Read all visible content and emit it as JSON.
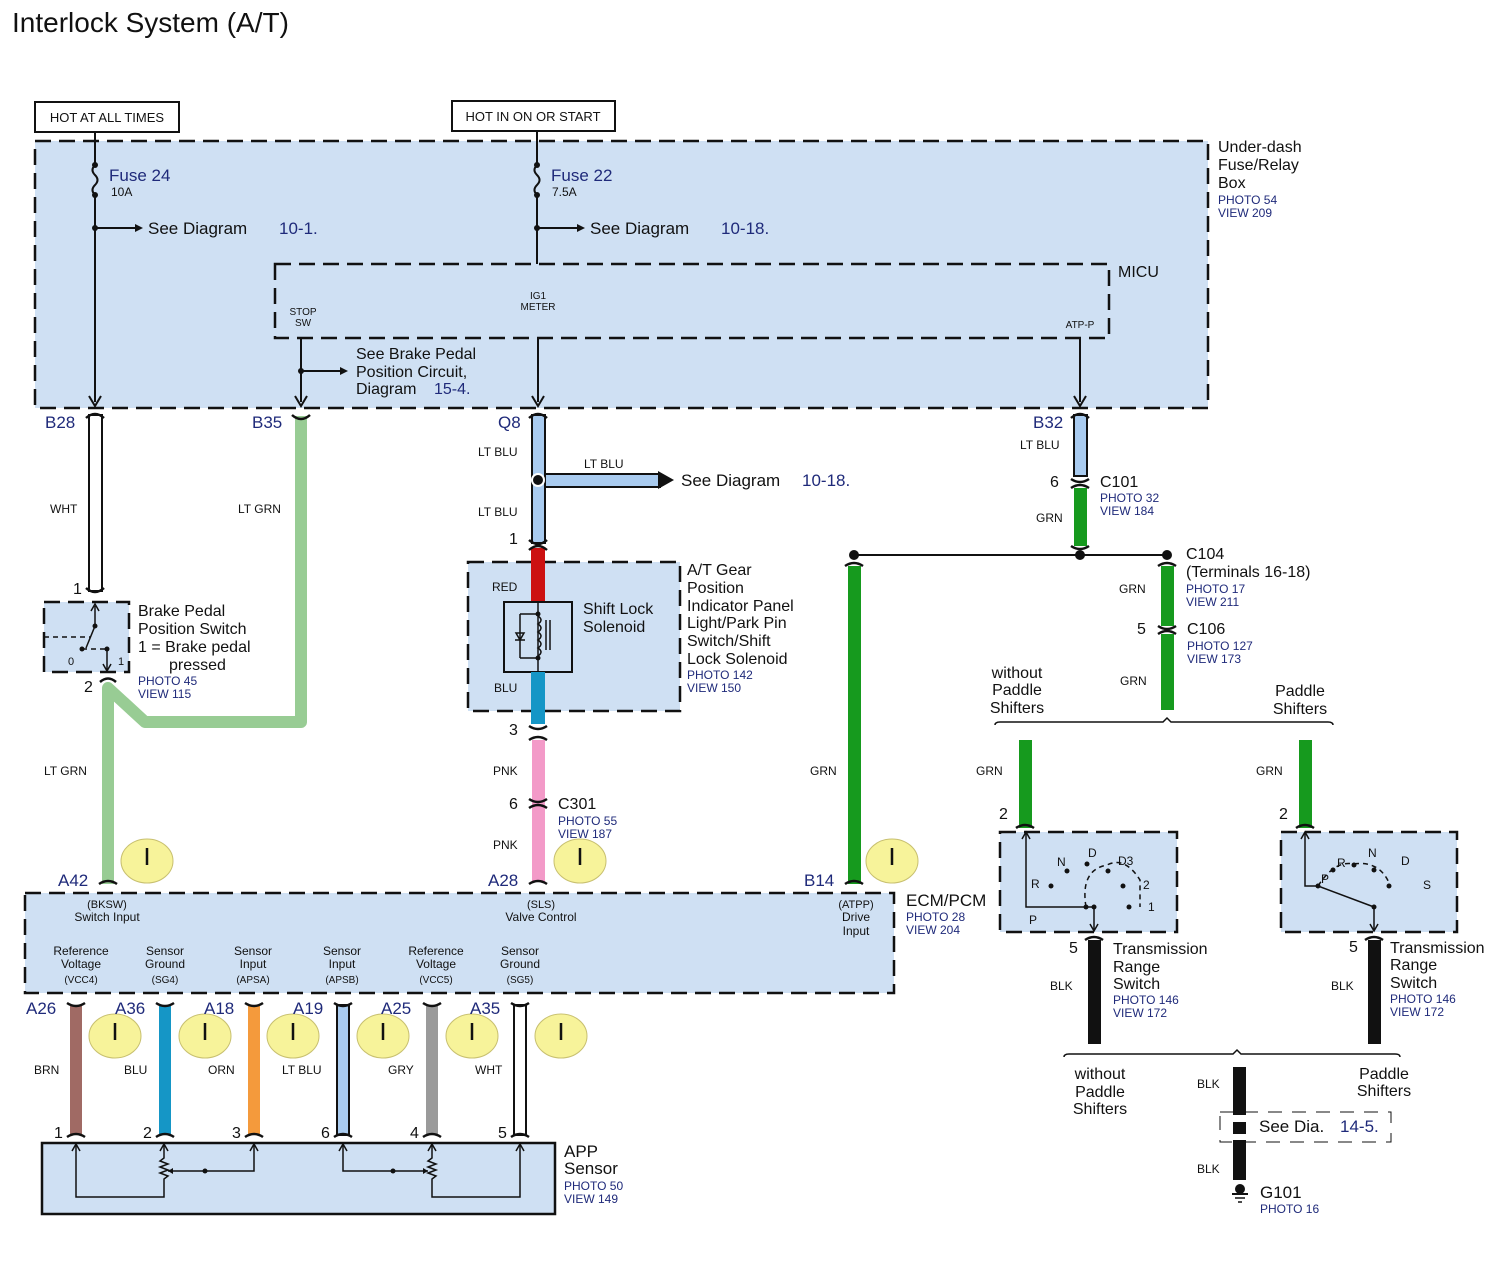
{
  "title": "Interlock System (A/T)",
  "power": {
    "hot_all_times": "HOT AT ALL TIMES",
    "hot_on_start": "HOT IN ON OR START"
  },
  "fuse_box": {
    "name_lines": [
      "Under-dash",
      "Fuse/Relay",
      "Box"
    ],
    "photo": "PHOTO 54",
    "view": "VIEW 209",
    "fuse24": {
      "label": "Fuse 24",
      "rating": "10A",
      "see": "See  Diagram",
      "ref": "10-1."
    },
    "fuse22": {
      "label": "Fuse 22",
      "rating": "7.5A",
      "see": "See  Diagram",
      "ref": "10-18."
    }
  },
  "micu": {
    "name": "MICU",
    "stop_sw": [
      "STOP",
      "SW"
    ],
    "ig1": [
      "IG1",
      "METER"
    ],
    "atp": "ATP-P",
    "brake_see": [
      "See Brake Pedal",
      "Position Circuit,",
      "Diagram "
    ],
    "brake_ref": "15-4."
  },
  "terminals": {
    "b28": "B28",
    "b35": "B35",
    "q8": "Q8",
    "b32": "B32",
    "a42": "A42",
    "a28": "A28",
    "b14": "B14",
    "a26": "A26",
    "a36": "A36",
    "a18": "A18",
    "a19": "A19",
    "a25": "A25",
    "a35": "A35"
  },
  "wires": {
    "wht": "WHT",
    "lt_grn": "LT GRN",
    "lt_blu": "LT BLU",
    "red": "RED",
    "blu": "BLU",
    "pnk": "PNK",
    "grn": "GRN",
    "brn": "BRN",
    "orn": "ORN",
    "gry": "GRY",
    "blk": "BLK"
  },
  "wire_colors": {
    "wht": "#ffffff",
    "lt_grn": "#98cc94",
    "lt_blu": "#a9cbef",
    "red": "#cc1111",
    "blu": "#1596c6",
    "pnk": "#f39ac8",
    "grn": "#169a1e",
    "brn": "#a06a64",
    "orn": "#f49a3c",
    "gry": "#9a9a9a",
    "blk": "#111111"
  },
  "diagram_ref": {
    "see": "See  Diagram",
    "ref": "10-18."
  },
  "brake_switch": {
    "lines": [
      "Brake Pedal",
      "Position Switch",
      "1 = Brake pedal",
      "pressed"
    ],
    "photo": "PHOTO 45",
    "view": "VIEW 115",
    "pin1": "1",
    "pin2": "2",
    "pos0": "0",
    "pos1": "1"
  },
  "shift_lock": {
    "solenoid": [
      "Shift Lock",
      "Solenoid"
    ],
    "lines": [
      "A/T Gear",
      "Position",
      "Indicator Panel",
      "Light/Park Pin",
      "Switch/Shift",
      "Lock Solenoid"
    ],
    "photo": "PHOTO 142",
    "view": "VIEW 150",
    "pin1": "1",
    "pin3": "3"
  },
  "c301": {
    "name": "C301",
    "pin": "6",
    "photo": "PHOTO 55",
    "view": "VIEW 187"
  },
  "c101": {
    "name": "C101",
    "pin": "6",
    "photo": "PHOTO 32",
    "view": "VIEW 184"
  },
  "c104": {
    "name": "C104",
    "sub": "(Terminals 16-18)",
    "photo": "PHOTO 17",
    "view": "VIEW 211"
  },
  "c106": {
    "name": "C106",
    "pin": "5",
    "photo": "PHOTO 127",
    "view": "VIEW 173"
  },
  "ecm": {
    "name": "ECM/PCM",
    "photo": "PHOTO 28",
    "view": "VIEW 204",
    "bksw": [
      "(BKSW)",
      "Switch Input"
    ],
    "sls": [
      "(SLS)",
      "Valve Control"
    ],
    "atpp": [
      "(ATPP)",
      "Drive",
      "Input"
    ],
    "pins": [
      {
        "l1": "Reference",
        "l2": "Voltage",
        "l3": "(VCC4)"
      },
      {
        "l1": "Sensor",
        "l2": "Ground",
        "l3": "(SG4)"
      },
      {
        "l1": "Sensor",
        "l2": "Input",
        "l3": "(APSA)"
      },
      {
        "l1": "Sensor",
        "l2": "Input",
        "l3": "(APSB)"
      },
      {
        "l1": "Reference",
        "l2": "Voltage",
        "l3": "(VCC5)"
      },
      {
        "l1": "Sensor",
        "l2": "Ground",
        "l3": "(SG5)"
      }
    ]
  },
  "app_sensor": {
    "lines": [
      "APP",
      "Sensor"
    ],
    "photo": "PHOTO 50",
    "view": "VIEW 149",
    "pins": [
      "1",
      "2",
      "3",
      "6",
      "4",
      "5"
    ]
  },
  "variants": {
    "without": [
      "without",
      "Paddle",
      "Shifters"
    ],
    "with": [
      "Paddle",
      "Shifters"
    ]
  },
  "trs_left": {
    "pin_in": "2",
    "pin_out": "5",
    "positions": [
      "P",
      "R",
      "N",
      "D",
      "D3",
      "2",
      "1"
    ],
    "lines": [
      "Transmission",
      "Range",
      "Switch"
    ],
    "photo": "PHOTO 146",
    "view": "VIEW 172"
  },
  "trs_right": {
    "pin_in": "2",
    "pin_out": "5",
    "positions": [
      "P",
      "R",
      "N",
      "D",
      "S"
    ],
    "lines": [
      "Transmission",
      "Range",
      "Switch"
    ],
    "photo": "PHOTO 146",
    "view": "VIEW 172"
  },
  "ground": {
    "name": "G101",
    "photo": "PHOTO 16",
    "see": "See  Dia.",
    "ref": "14-5."
  }
}
